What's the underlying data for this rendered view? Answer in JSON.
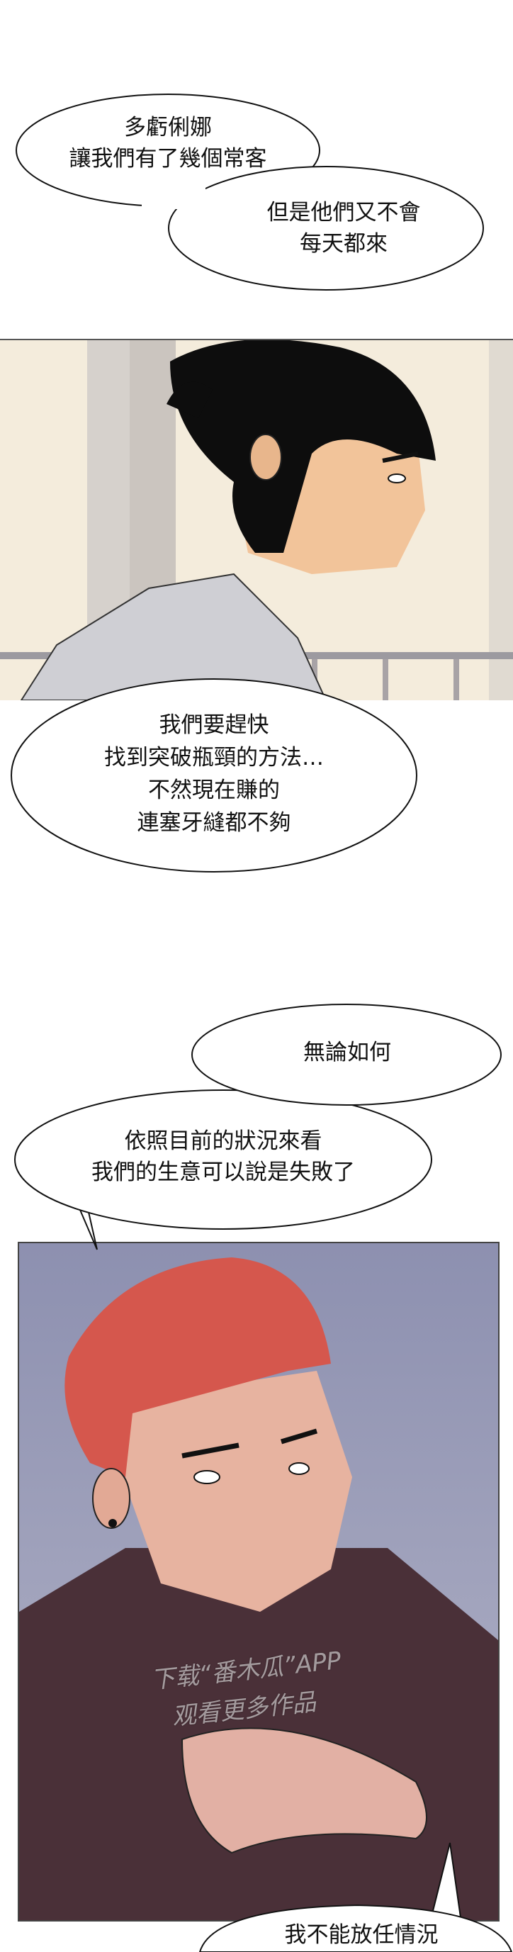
{
  "bubbles": [
    {
      "lines": [
        "多虧俐娜",
        "讓我們有了幾個常客"
      ]
    },
    {
      "lines": [
        "但是他們又不會",
        "每天都來"
      ]
    },
    {
      "lines": [
        "我們要趕快",
        "找到突破瓶頸的方法…",
        "不然現在賺的",
        "連塞牙縫都不夠"
      ]
    },
    {
      "lines": [
        "無論如何"
      ]
    },
    {
      "lines": [
        "依照目前的狀況來看",
        "我們的生意可以說是失敗了"
      ]
    },
    {
      "lines": [
        "我不能放任情況"
      ]
    }
  ],
  "watermark": {
    "line1": "下载“番木瓜”APP",
    "line2": "观看更多作品"
  },
  "colors": {
    "panel1_bg": "#efe6d6",
    "panel2_bg": "#9a9cb8",
    "hair": "#d5574d",
    "shirt": "#4a3038",
    "skin": "#e9b79f"
  }
}
